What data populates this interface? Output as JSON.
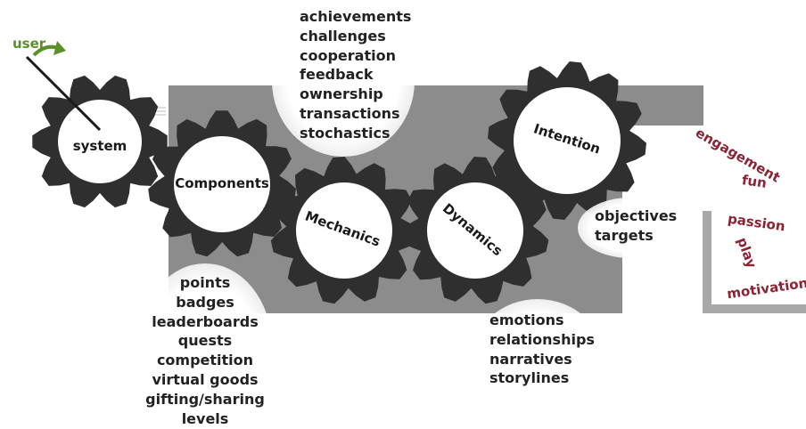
{
  "user_label": "user",
  "gears": {
    "system": "system",
    "components": "Components",
    "mechanics": "Mechanics",
    "dynamics": "Dynamics",
    "intention": "Intention"
  },
  "mechanics_list": [
    "achievements",
    "challenges",
    "cooperation",
    "feedback",
    "ownership",
    "transactions",
    "stochastics"
  ],
  "components_list": [
    "points",
    "badges",
    "leaderboards",
    "quests",
    "competition",
    "virtual goods",
    "gifting/sharing",
    "levels"
  ],
  "intention_list": [
    "objectives",
    "targets"
  ],
  "dynamics_list": [
    "emotions",
    "relationships",
    "narratives",
    "storylines"
  ],
  "outcomes": [
    "engagement",
    "fun",
    "passion",
    "play",
    "motivation"
  ],
  "colors": {
    "gear": "#2f2f2f",
    "gear_face": "#ffffff",
    "panel": "#8c8c8c",
    "bracket": "#a8a8a8",
    "outcome_text": "#8b2335",
    "user_text": "#5b8f2a"
  }
}
